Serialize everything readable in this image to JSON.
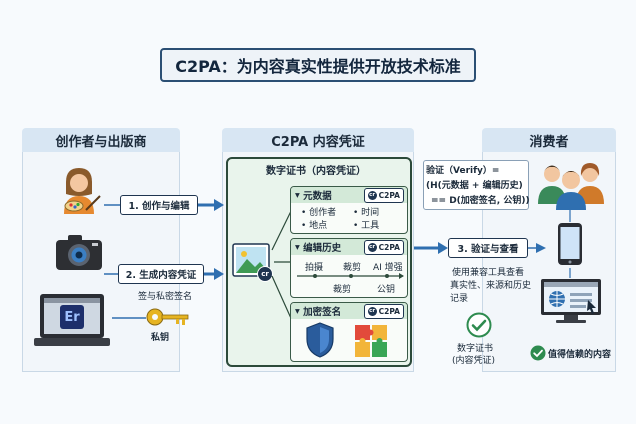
{
  "title": "C2PA：为内容真实性提供开放技术标准",
  "left": {
    "heading": "创作者与出版商",
    "step1": "1. 创作与编辑",
    "step2": "2. 生成内容凭证",
    "sign_note": "签与私密签名",
    "key_label": "私钥",
    "app_logo": "Er"
  },
  "center": {
    "heading": "C2PA 内容凭证",
    "cert_title": "数字证书（内容凭证）",
    "badge": "C2PA",
    "cr_mark": "cr",
    "meta": {
      "title": "元数据",
      "items": [
        "• 创作者",
        "• 时间",
        "• 地点",
        "• 工具"
      ]
    },
    "history": {
      "title": "编辑历史",
      "labels": [
        "拍摄",
        "裁剪",
        "AI 增强",
        "裁剪",
        "公钥"
      ]
    },
    "signature": {
      "title": "加密签名"
    }
  },
  "verify": {
    "line1": "验证（Verify）=",
    "line2": "(H(元数据 + 编辑历史)",
    "line3": "== D(加密签名, 公钥))"
  },
  "right": {
    "heading": "消费者",
    "step3": "3. 验证与查看",
    "desc": [
      "使用兼容工具查看",
      "真实性、来源和历史",
      "记录"
    ],
    "cert_small": [
      "数字证书",
      "(内容凭证)"
    ],
    "trusted": "值得信赖的内容"
  },
  "colors": {
    "navy": "#1f3550",
    "blue": "#2f6fb0",
    "green": "#2e8b4f",
    "teal": "#3fa79a",
    "gold": "#e6b422"
  }
}
